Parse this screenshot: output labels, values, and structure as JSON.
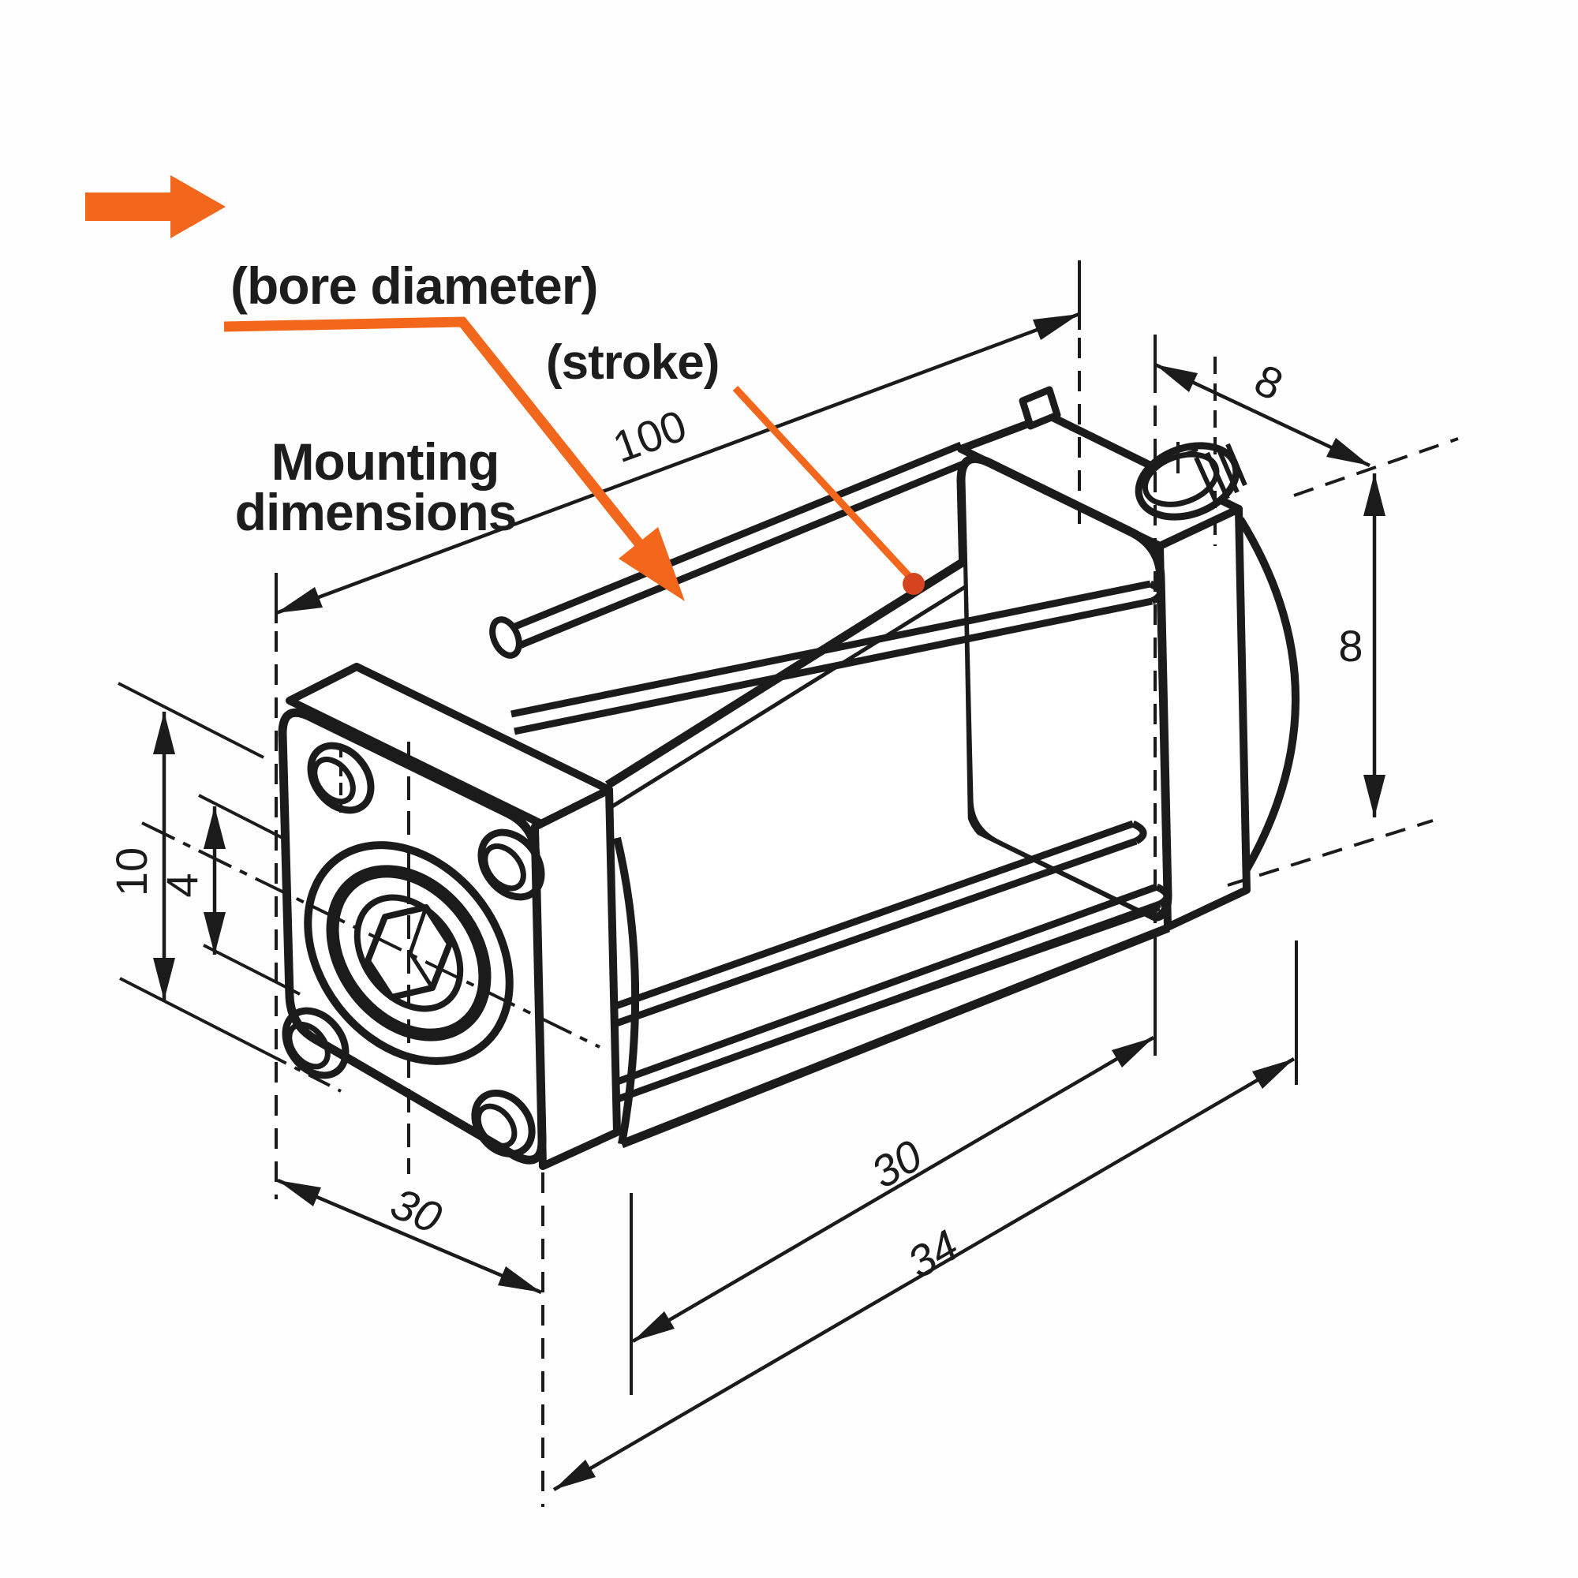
{
  "drawing": {
    "type": "isometric technical drawing of a tie-rod pneumatic cylinder",
    "callouts": {
      "bore_diameter": "(bore diameter)",
      "stroke": "(stroke)",
      "mounting_line1": "Mounting",
      "mounting_line2": "dimensions"
    },
    "dimensions": {
      "overall_length": "100",
      "rear_cap_depth": "8",
      "rear_cap_height": "8",
      "flange_height": "10",
      "hole_spacing": "4",
      "flange_width": "30",
      "body_length": "30",
      "body_overall_length": "34"
    },
    "colors": {
      "accent": "#f2671c",
      "leader_dot": "#d6431f",
      "line": "#1b1b1b",
      "background": "#fefefe"
    }
  }
}
